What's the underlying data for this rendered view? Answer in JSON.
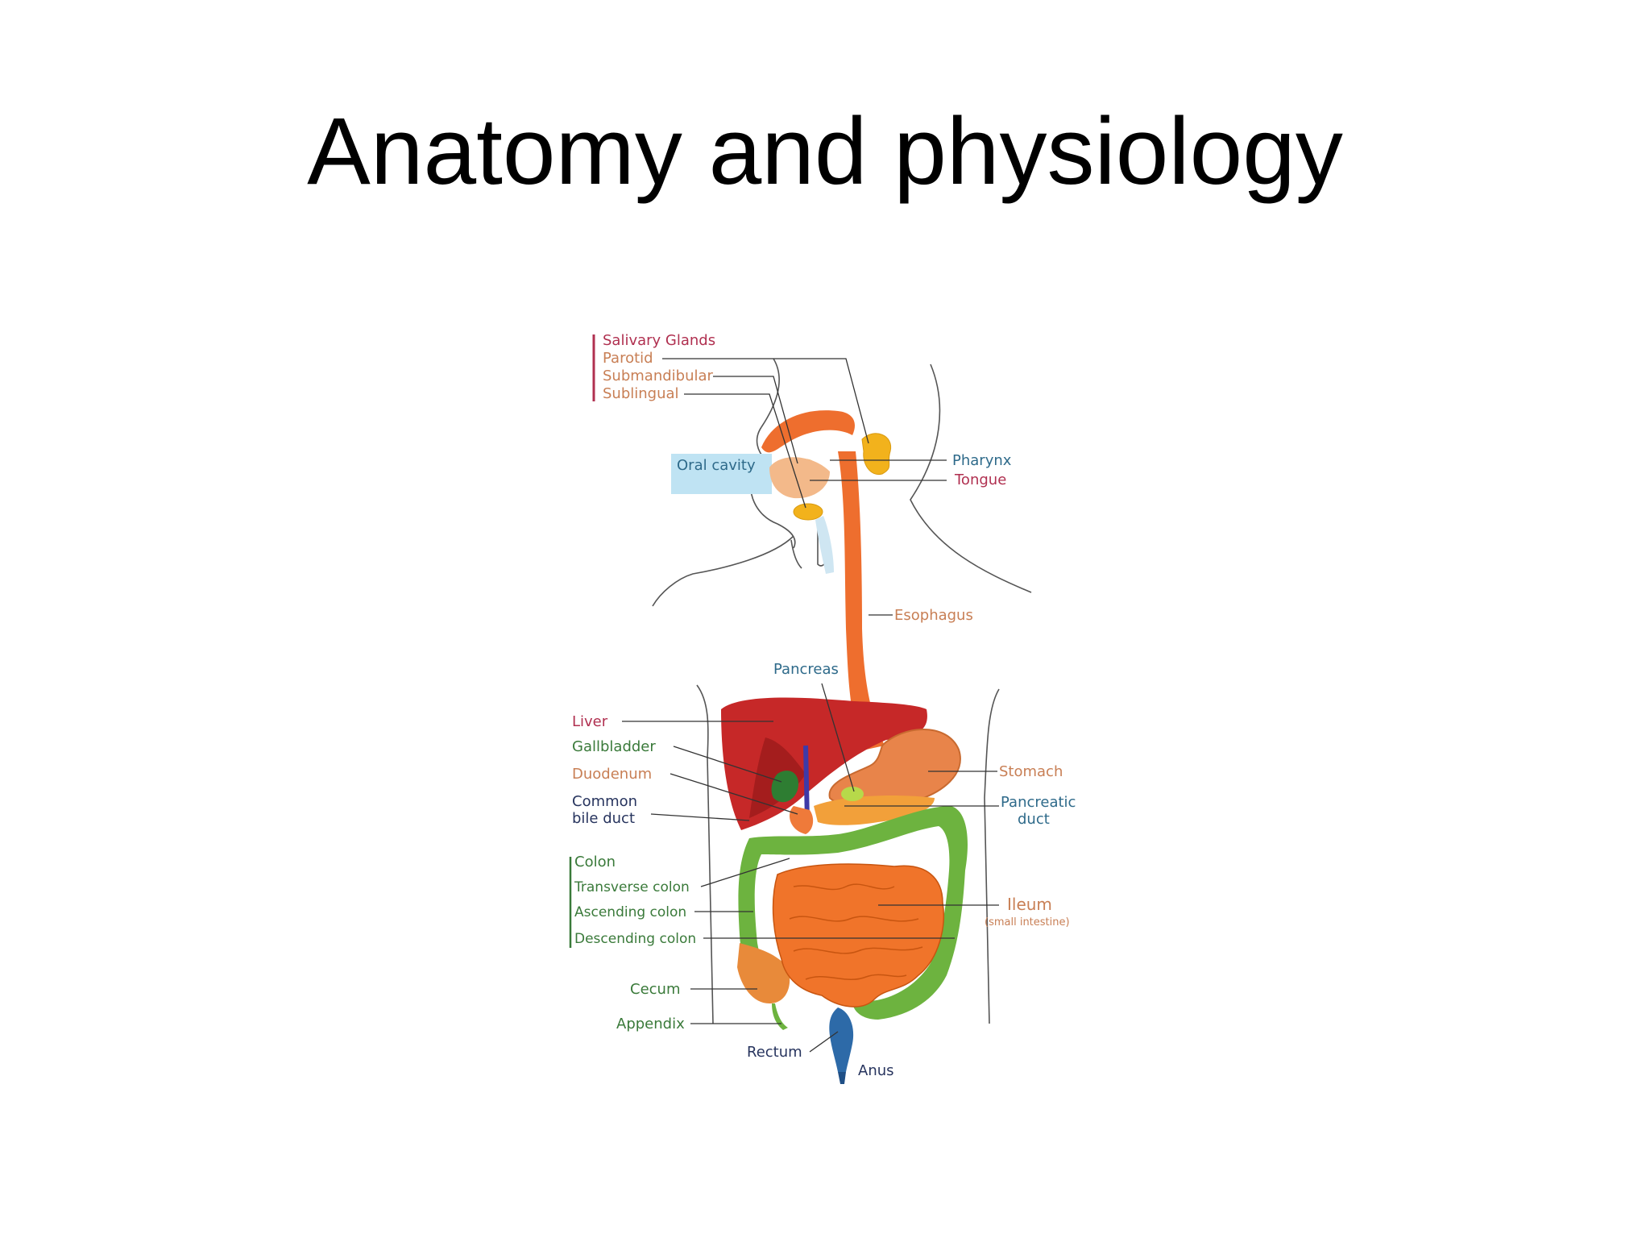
{
  "slide": {
    "title": "Anatomy and physiology"
  },
  "colors": {
    "red_label": "#b03050",
    "orange_label": "#c87f55",
    "blue_label": "#2e6a8a",
    "green_label": "#3a7a3a",
    "navy_label": "#27345e",
    "esophagus": "#ee6e2e",
    "liver": "#c62828",
    "colon": "#6db33f",
    "gland": "#f2b21c",
    "oral_cavity_bg": "#bfe3f3"
  },
  "labels": {
    "salivary_glands": "Salivary Glands",
    "parotid": "Parotid",
    "submandibular": "Submandibular",
    "sublingual": "Sublingual",
    "oral_cavity": "Oral cavity",
    "pharynx": "Pharynx",
    "tongue": "Tongue",
    "esophagus": "Esophagus",
    "pancreas": "Pancreas",
    "liver": "Liver",
    "gallbladder": "Gallbladder",
    "duodenum": "Duodenum",
    "common_bile_duct_1": "Common",
    "common_bile_duct_2": "bile duct",
    "stomach": "Stomach",
    "pancreatic_duct_1": "Pancreatic",
    "pancreatic_duct_2": "duct",
    "colon": "Colon",
    "transverse_colon": "Transverse colon",
    "ascending_colon": "Ascending colon",
    "descending_colon": "Descending colon",
    "ileum": "Ileum",
    "small_intestine": "(small intestine)",
    "cecum": "Cecum",
    "appendix": "Appendix",
    "rectum": "Rectum",
    "anus": "Anus"
  }
}
